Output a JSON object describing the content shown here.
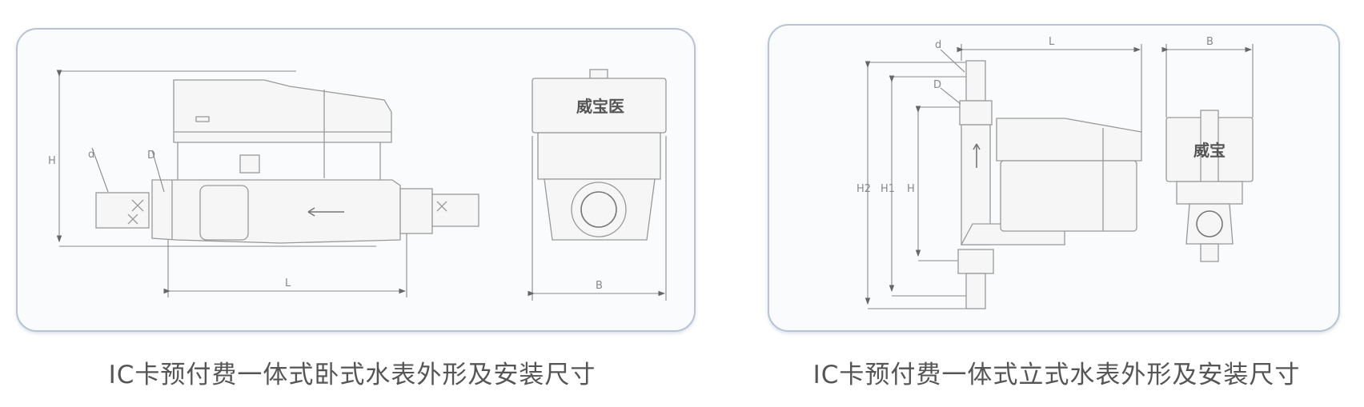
{
  "panels": [
    {
      "caption": "IC卡预付费一体式卧式水表外形及安装尺寸",
      "logo_text": "威宝医",
      "labels": {
        "height": "H",
        "thread": "d",
        "diameter": "D",
        "length": "L",
        "width": "B"
      }
    },
    {
      "caption": "IC卡预付费一体式立式水表外形及安装尺寸",
      "logo_text": "威宝",
      "labels": {
        "height2": "H2",
        "height1": "H1",
        "height": "H",
        "thread": "d",
        "diameter": "D",
        "length": "L",
        "width": "B"
      }
    }
  ]
}
